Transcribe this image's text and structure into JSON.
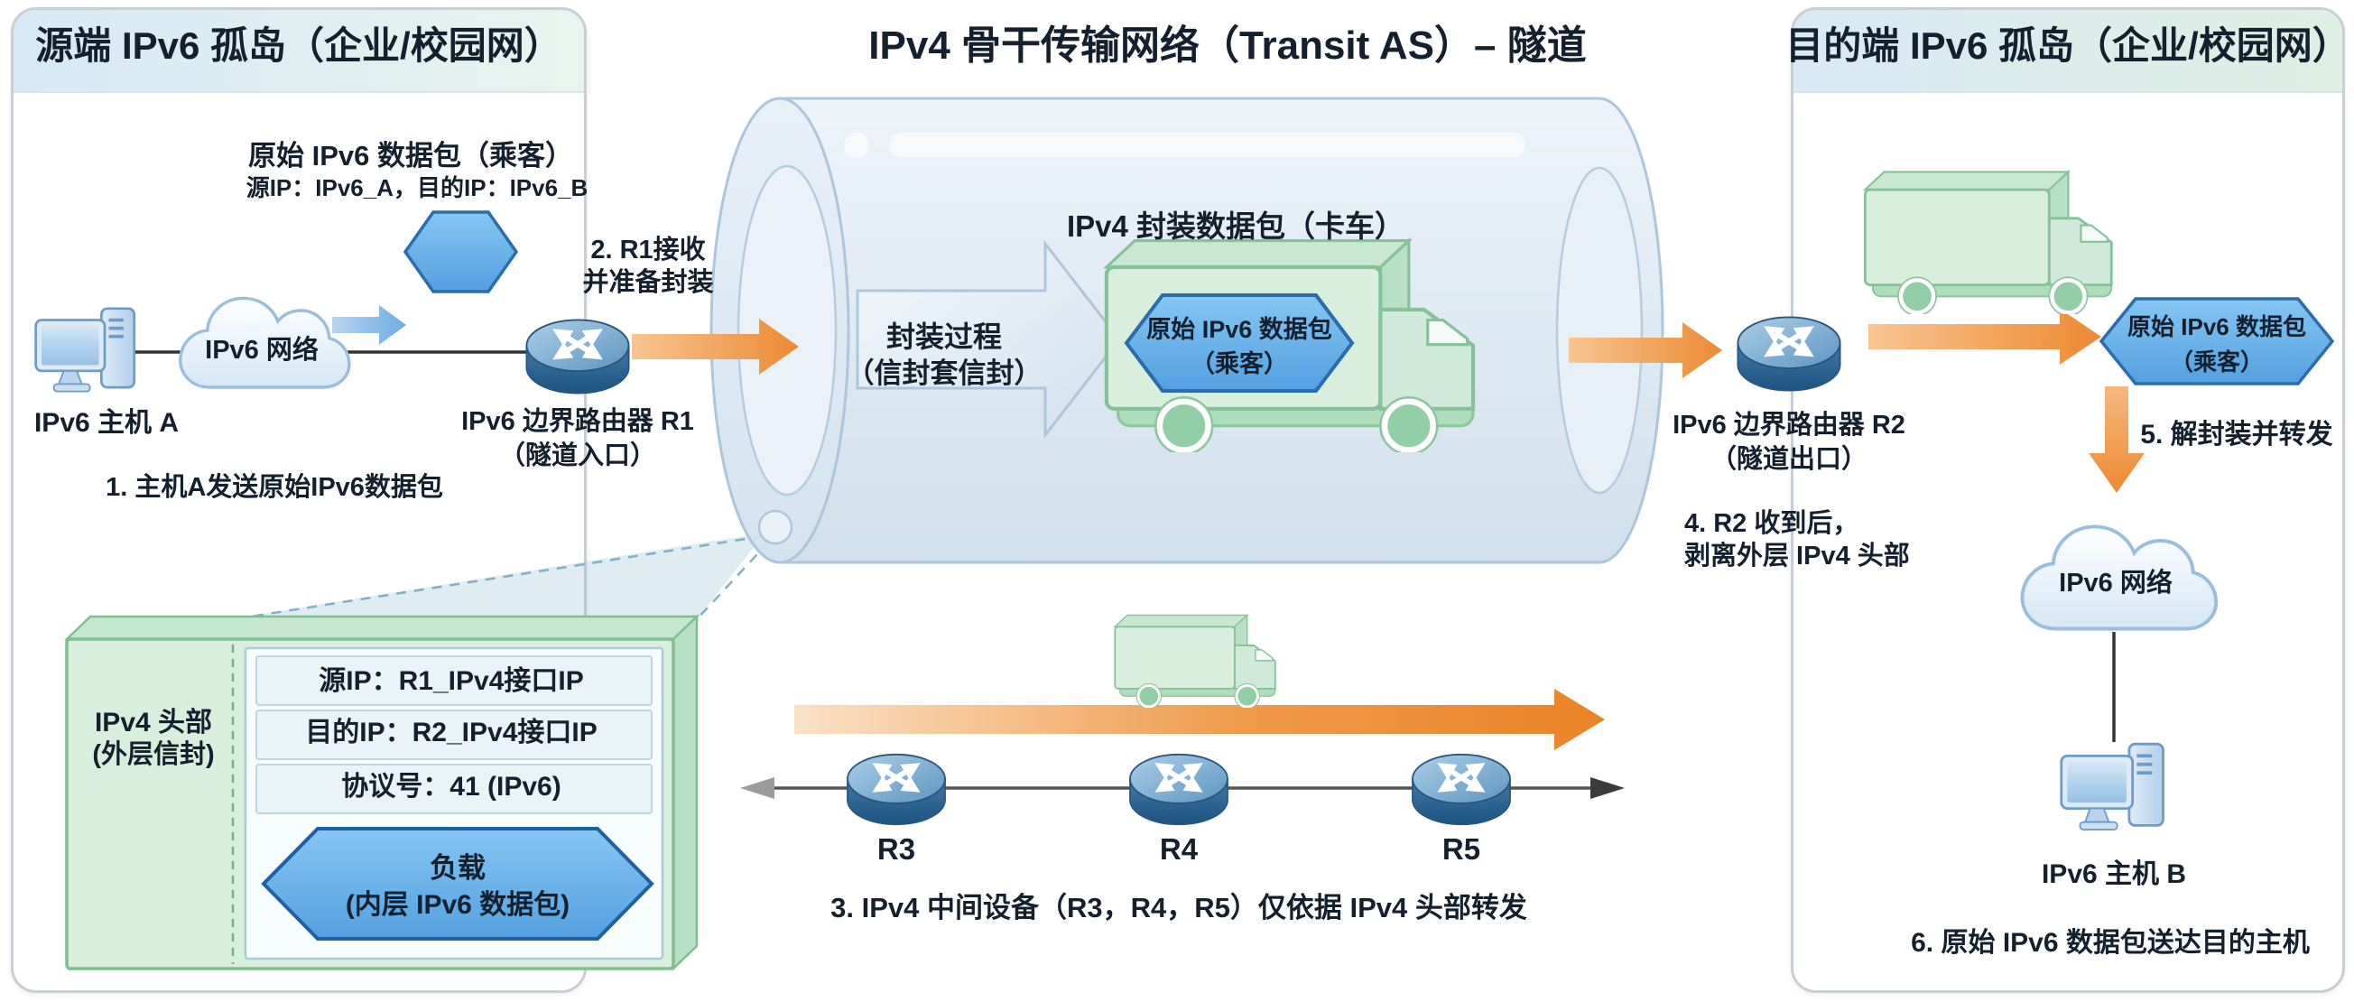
{
  "source_panel": {
    "title": "源端 IPv6 孤岛（企业/校园网）",
    "packet_label_line1": "原始 IPv6 数据包（乘客）",
    "packet_label_line2": "源IP：IPv6_A，目的IP：IPv6_B",
    "cloud_label": "IPv6 网络",
    "host_label": "IPv6 主机 A",
    "step2_line1": "2. R1接收",
    "step2_line2": "并准备封装",
    "router_label_line1": "IPv6 边界路由器 R1",
    "router_label_line2": "（隧道入口）",
    "step1": "1. 主机A发送原始IPv6数据包"
  },
  "tunnel": {
    "title": "IPv4 骨干传输网络（Transit AS）– 隧道",
    "encap_arrow_line1": "封装过程",
    "encap_arrow_line2": "（信封套信封）",
    "truck_label": "IPv4 封装数据包（卡车）",
    "truck_hexagon_line1": "原始 IPv6 数据包",
    "truck_hexagon_line2": "（乘客）",
    "router_r2_line1": "IPv6 边界路由器 R2",
    "router_r2_line2": "（隧道出口）",
    "step4_line1": "4. R2 收到后，",
    "step4_line2": "剥离外层 IPv4 头部"
  },
  "ipv4_header_box": {
    "side_label_line1": "IPv4 头部",
    "side_label_line2": "(外层信封)",
    "rows": [
      "源IP：R1_IPv4接口IP",
      "目的IP：R2_IPv4接口IP",
      "协议号：41 (IPv6)"
    ],
    "payload_line1": "负载",
    "payload_line2": "(内层 IPv6 数据包)"
  },
  "underlay": {
    "router_labels": [
      "R3",
      "R4",
      "R5"
    ],
    "step3": "3. IPv4 中间设备（R3，R4，R5）仅依据 IPv4 头部转发"
  },
  "dest_panel": {
    "title": "目的端 IPv6 孤岛（企业/校园网）",
    "hexagon_line1": "原始 IPv6 数据包",
    "hexagon_line2": "（乘客）",
    "step5": "5. 解封装并转发",
    "cloud_label": "IPv6 网络",
    "host_label": "IPv6 主机 B",
    "step6": "6. 原始 IPv6 数据包送达目的主机"
  },
  "colors": {
    "orange_arrow": "#ED8A33",
    "packet_blue": "#5BA5E2",
    "truck_green": "#D9EFDD",
    "tunnel_blue": "#DBE7F2",
    "router_blue": "#2F6B9D"
  }
}
